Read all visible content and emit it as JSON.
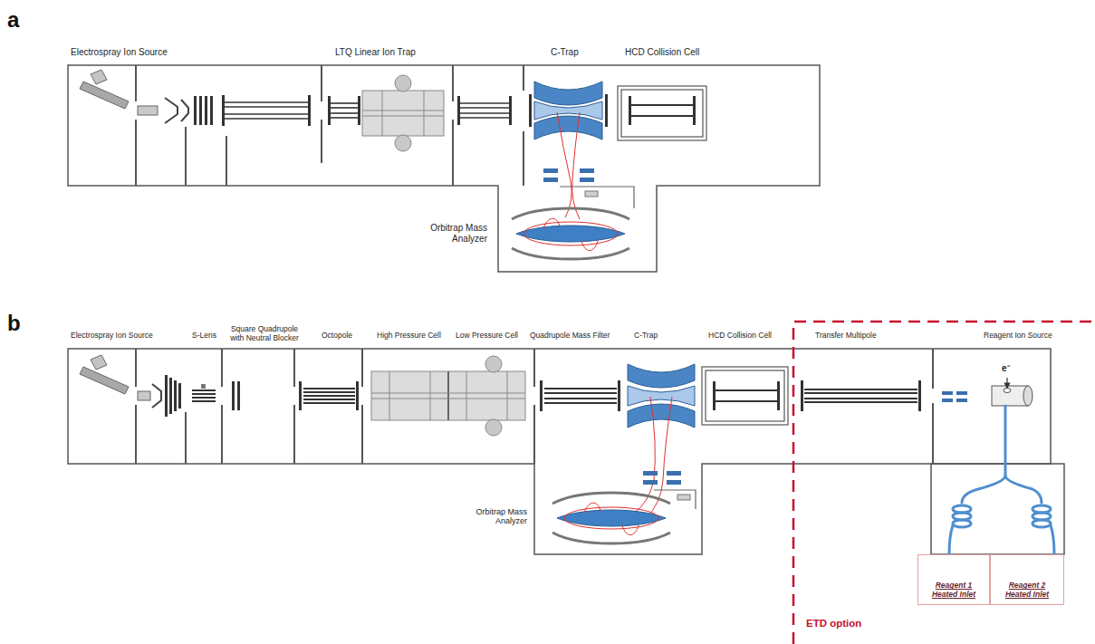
{
  "diagram": {
    "nodes": [
      {
        "text": [
          "Reagent 1 Heated Inlet"
        ]
      },
      {
        "text": [
          "Reagent 2 Heated Inlet"
        ]
      }
    ],
    "labels": [
      "a",
      "Electrospray Ion Source",
      "LTQ Linear Ion Trap",
      "C-Trap",
      "HCD Collision Cell",
      "Orbitrap Mass Analyzer",
      "b",
      "Electrospray Ion Source",
      "S-Lens",
      "Square Quadrupole with Neutral Blocker",
      "Octopole",
      "High Pressure Cell",
      "Low Pressure Cell",
      "Quadrupole Mass Filter",
      "C-Trap",
      "HCD Collision Cell",
      "Transfer Multipole",
      "Reagent Ion Source",
      "e⁻",
      "Orbitrap Mass Analyzer",
      "ETD option"
    ]
  }
}
